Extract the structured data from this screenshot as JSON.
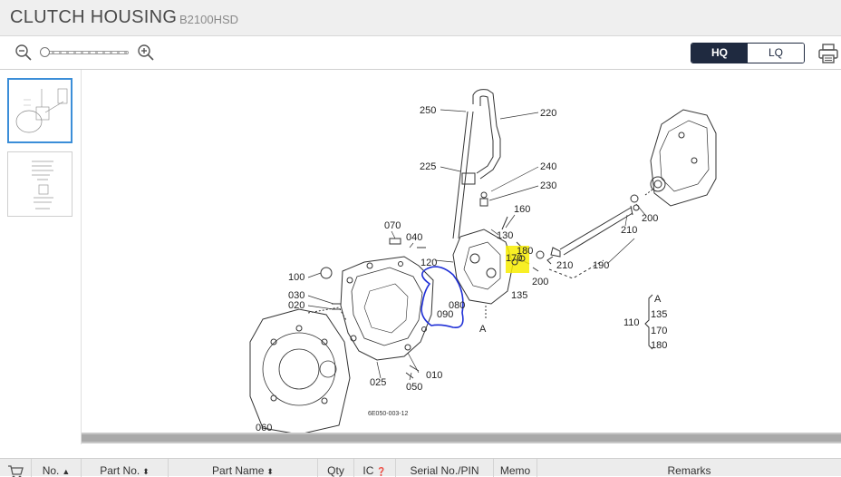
{
  "header": {
    "title": "CLUTCH HOUSING",
    "model": "B2100HSD"
  },
  "toolbar": {
    "zoom_out_icon": "zoom-out-icon",
    "zoom_in_icon": "zoom-in-icon",
    "zoom_level": 0,
    "quality": {
      "hq_label": "HQ",
      "lq_label": "LQ",
      "selected": "HQ"
    },
    "print_icon": "printer-icon"
  },
  "thumbnails": [
    {
      "page": 1,
      "active": true
    },
    {
      "page": 2,
      "active": false
    }
  ],
  "diagram": {
    "callouts": [
      "250",
      "220",
      "225",
      "240",
      "230",
      "160",
      "130",
      "180",
      "170",
      "070",
      "040",
      "120",
      "100",
      "030",
      "020",
      "080",
      "090",
      "135",
      "200",
      "210",
      "190",
      "010",
      "025",
      "050",
      "060",
      "A",
      "110",
      "A",
      "135",
      "170",
      "180",
      "200",
      "210"
    ],
    "drawing_code": "6E050-003-12",
    "highlight_color": "#f7ec00",
    "annotation_color": "#1f2fd6"
  },
  "table": {
    "columns": [
      {
        "label": "No.",
        "sortable": true
      },
      {
        "label": "Part No.",
        "sortable": true
      },
      {
        "label": "Part Name",
        "sortable": true
      },
      {
        "label": "Qty",
        "sortable": false
      },
      {
        "label": "IC",
        "sortable": false,
        "help": true
      },
      {
        "label": "Serial No./PIN",
        "sortable": false
      },
      {
        "label": "Memo",
        "sortable": false
      },
      {
        "label": "Remarks",
        "sortable": false
      }
    ]
  }
}
